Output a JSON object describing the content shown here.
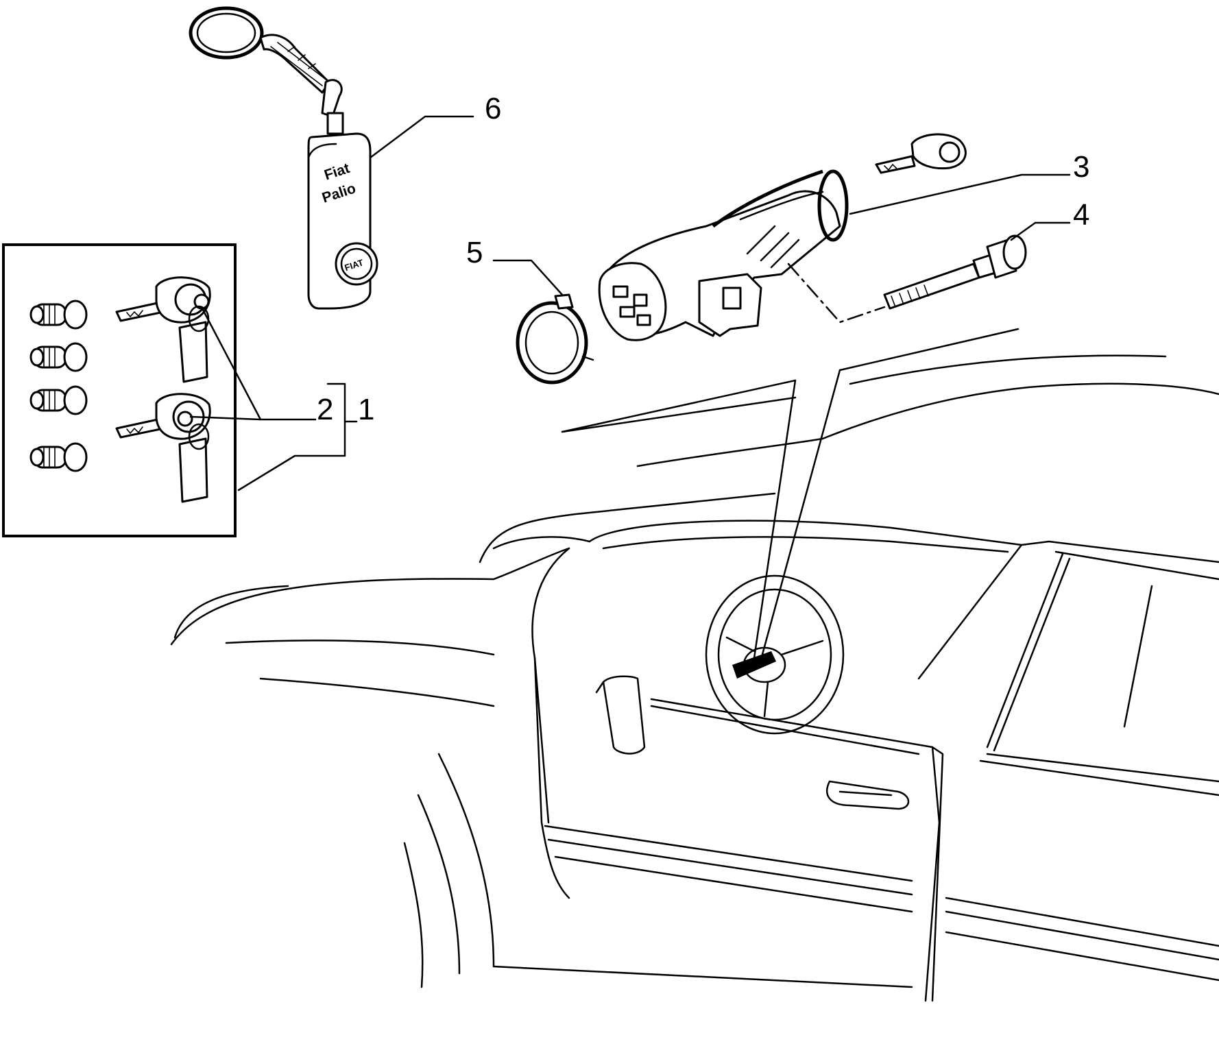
{
  "callouts": [
    {
      "id": "1",
      "text": "1"
    },
    {
      "id": "2",
      "text": "2"
    },
    {
      "id": "3",
      "text": "3"
    },
    {
      "id": "4",
      "text": "4"
    },
    {
      "id": "5",
      "text": "5"
    },
    {
      "id": "6",
      "text": "6"
    }
  ],
  "keyfob": {
    "line1": "Fiat",
    "line2": "Palio",
    "badge": "FIAT"
  },
  "colors": {
    "ink": "#000000",
    "paper": "#ffffff"
  }
}
